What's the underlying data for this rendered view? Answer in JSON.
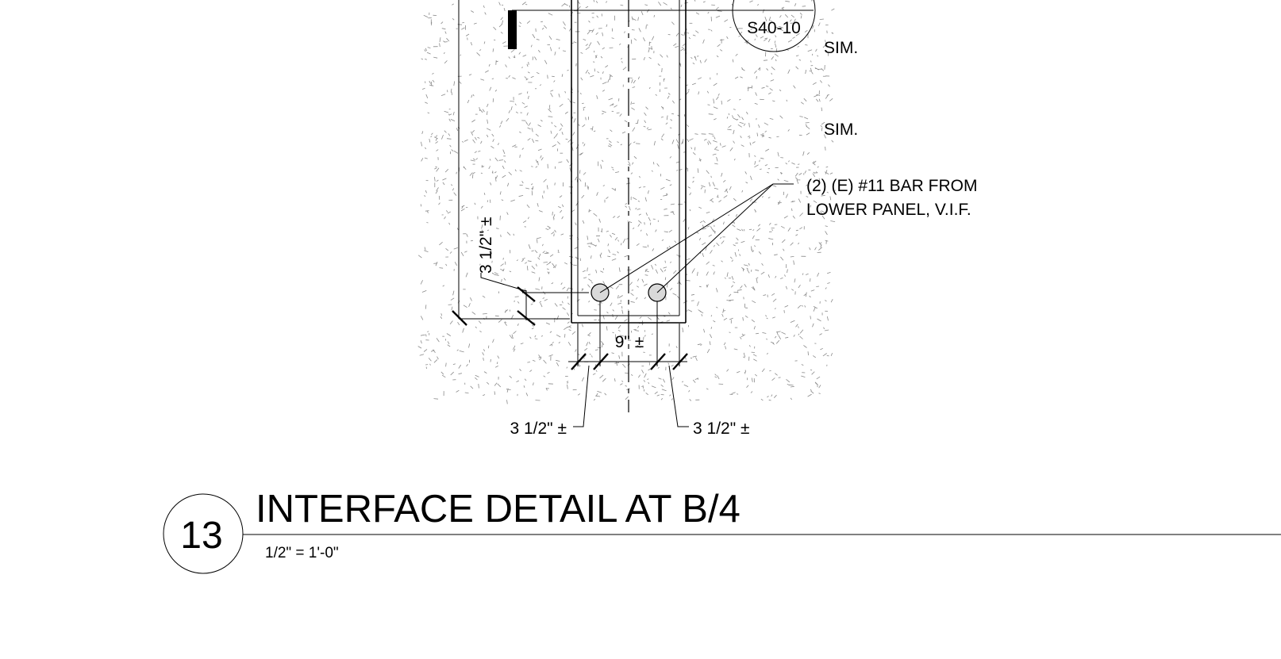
{
  "detail": {
    "number": "13",
    "title": "INTERFACE DETAIL AT B/4",
    "scale": "1/2\" = 1'-0\""
  },
  "section_bubble": {
    "sheet": "S40-10"
  },
  "notes": {
    "sim_1": "SIM.",
    "sim_2": "SIM.",
    "bar_line_1": "(2) (E) #11 BAR FROM",
    "bar_line_2": "LOWER PANEL, V.I.F."
  },
  "dimensions": {
    "vertical_cover": "3 1/2\" ±",
    "bar_spacing": "9\" ±",
    "left_cover": "3 1/2\" ±",
    "right_cover": "3 1/2\" ±"
  },
  "colors": {
    "ink": "#000000",
    "background": "#ffffff",
    "rebar_fill": "#d9d9d9",
    "stipple": "#8a8a8a"
  }
}
